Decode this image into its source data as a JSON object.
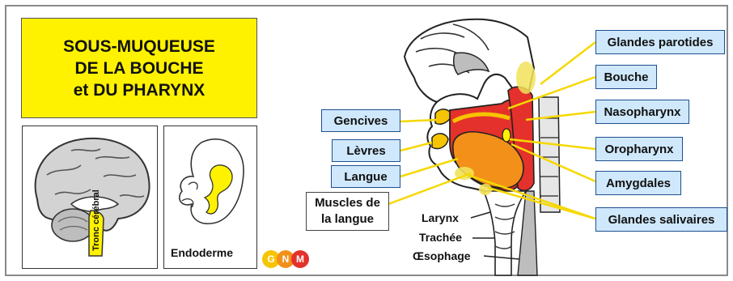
{
  "title": {
    "line1": "SOUS-MUQUEUSE",
    "line2": "DE LA BOUCHE",
    "line3": "et DU PHARYNX"
  },
  "brain": {
    "label": "Tronc cérébral"
  },
  "embryo": {
    "label": "Endoderme"
  },
  "logo": {
    "g": "G",
    "n": "N",
    "m": "M"
  },
  "left_labels": {
    "gencives": "Gencives",
    "levres": "Lèvres",
    "langue": "Langue",
    "muscles_line1": "Muscles de",
    "muscles_line2": "la langue"
  },
  "right_labels": {
    "parotides": "Glandes parotides",
    "bouche": "Bouche",
    "nasopharynx": "Nasopharynx",
    "oropharynx": "Oropharynx",
    "amygdales": "Amygdales",
    "salivaires": "Glandes salivaires"
  },
  "plain_labels": {
    "larynx": "Larynx",
    "trachee": "Trachée",
    "oesophage": "Œsophage"
  },
  "colors": {
    "title_bg": "#fff200",
    "label_bg": "#cfe8fb",
    "label_border": "#1d4f91",
    "mouth_red": "#e4312b",
    "tongue_orange": "#f39019",
    "gland_yellow": "#f2e25a"
  }
}
